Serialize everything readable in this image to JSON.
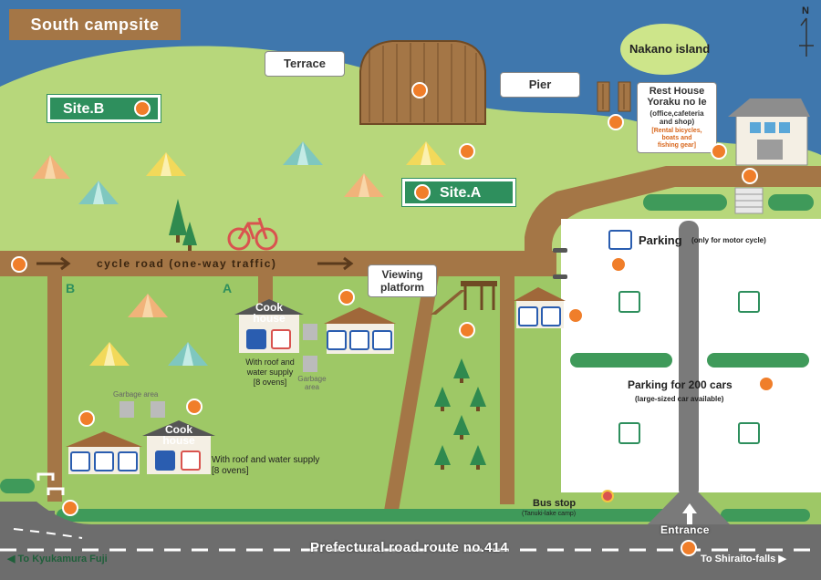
{
  "map_title": "South campsite",
  "compass": "N",
  "places": {
    "terrace": "Terrace",
    "pier": "Pier",
    "island": "Nakano island",
    "rest_house_title": "Rest House Yoraku no Ie",
    "rest_house_title_line1": "Rest House",
    "rest_house_title_line2": "Yoraku no Ie",
    "rest_house_sub1": "(office,cafeteria",
    "rest_house_sub2": "and shop)",
    "rest_house_rental1": "[Rental bicycles,",
    "rest_house_rental2": "boats and",
    "rest_house_rental3": "fishing gear]",
    "site_b": "Site.B",
    "site_a": "Site.A",
    "cycle_road": "cycle road (one-way traffic)",
    "viewing1": "Viewing",
    "viewing2": "platform",
    "route_b": "B",
    "route_a": "A",
    "cook1_line1": "Cook",
    "cook1_line2": "house",
    "cook1_note1": "With roof and",
    "cook1_note2": "water supply",
    "cook1_note3": "[8 ovens]",
    "garbage1_line1": "Garbage",
    "garbage1_line2": "area",
    "garbage2": "Garbage area",
    "cook2_line1": "Cook",
    "cook2_line2": "house",
    "cook2_note1": "With roof and water supply",
    "cook2_note2": "[8 ovens]",
    "parking_moto": "Parking",
    "parking_moto_note": "(only for motor cycle)",
    "parking_cars": "Parking for 200 cars",
    "parking_cars_note": "(large-sized car available)",
    "bus_stop": "Bus stop",
    "bus_stop_note": "(Tanuki-lake camp)",
    "entrance": "Entrance",
    "route414": "Prefectural road route no.414",
    "to_left": "◀ To Kyukamura Fuji",
    "to_right": "To Shiraito-falls ▶"
  },
  "colors": {
    "lake": "#3f77ad",
    "grass": "#b7d77b",
    "dark_grass": "#8fbf5d",
    "path": "#a47646",
    "road": "#6d6d6d",
    "site_sign": "#2e8f5d",
    "marker": "#f07e2a",
    "parking_lot": "#ffffff"
  }
}
